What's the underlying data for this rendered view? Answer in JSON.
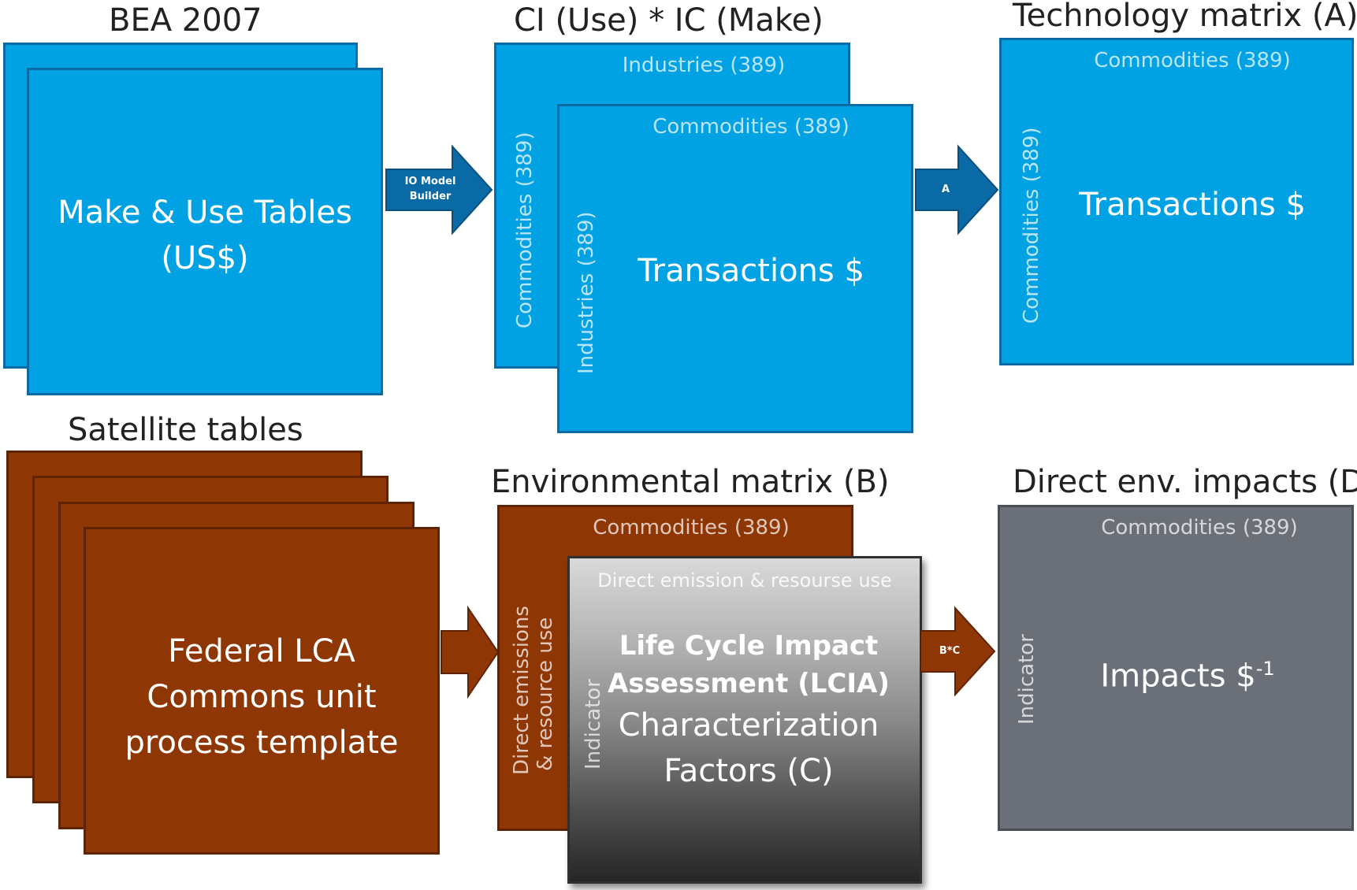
{
  "headings": {
    "bea": "BEA 2007",
    "ci_ic": "CI (Use) * IC (Make)",
    "tech": "Technology matrix (A)",
    "satellite": "Satellite tables",
    "env": "Environmental  matrix (B)",
    "direct": "Direct env. impacts (D)"
  },
  "bea_box": {
    "line1": "Make & Use Tables",
    "line2": "(US$)"
  },
  "arrow1": {
    "line1": "IO  Model",
    "line2": "Builder"
  },
  "ci_back": {
    "top": "Industries (389)",
    "side": "Commodities (389)"
  },
  "ci_front": {
    "top": "Commodities (389)",
    "side": "Industries (389)",
    "body": "Transactions $"
  },
  "arrow2": {
    "label": "A"
  },
  "tech_box": {
    "top": "Commodities (389)",
    "side": "Commodities (389)",
    "body": "Transactions $"
  },
  "fed_box": {
    "line1": "Federal LCA",
    "line2": "Commons unit",
    "line3": "process template"
  },
  "env_back": {
    "top": "Commodities (389)",
    "side_line1": "Direct emissions",
    "side_line2": "& resource use"
  },
  "lcia": {
    "top": "Direct emission & resourse use",
    "side": "Indicator",
    "line1": "Life Cycle Impact",
    "line2": "Assessment (LCIA)",
    "line3": "Characterization",
    "line4": "Factors (C)"
  },
  "arrow4": {
    "label": "B*C"
  },
  "impact_box": {
    "top": "Commodities (389)",
    "side": "Indicator",
    "body": "Impacts $",
    "exponent": "-1"
  },
  "colors": {
    "blue": "#00a2e3",
    "brown": "#8f3704",
    "grey": "#6b7078",
    "arrow_blue": "#0a6aa6"
  }
}
